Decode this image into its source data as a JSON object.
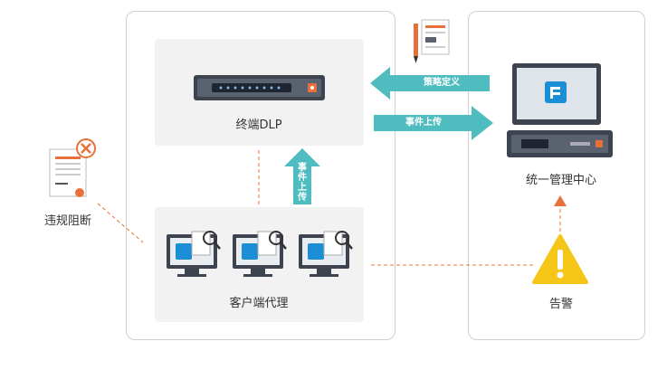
{
  "labels": {
    "terminal_dlp": "终端DLP",
    "client_agent": "客户端代理",
    "management_center": "统一管理中心",
    "violation_block": "违规阻断",
    "alert": "告警"
  },
  "arrows": {
    "policy_define": "策略定义",
    "event_upload_h": "事件上传",
    "event_upload_v": [
      "事",
      "件",
      "上",
      "传"
    ]
  },
  "colors": {
    "teal": "#4fbdbf",
    "blue_icon": "#1c8ed6",
    "orange": "#e8703a",
    "yellow": "#f5c518"
  },
  "icons": {
    "device": "dlp-appliance-icon",
    "monitor": "monitor-icon",
    "document": "document-icon",
    "warning": "warning-icon",
    "blocked_document": "blocked-document-icon",
    "pencil": "pencil-icon"
  }
}
